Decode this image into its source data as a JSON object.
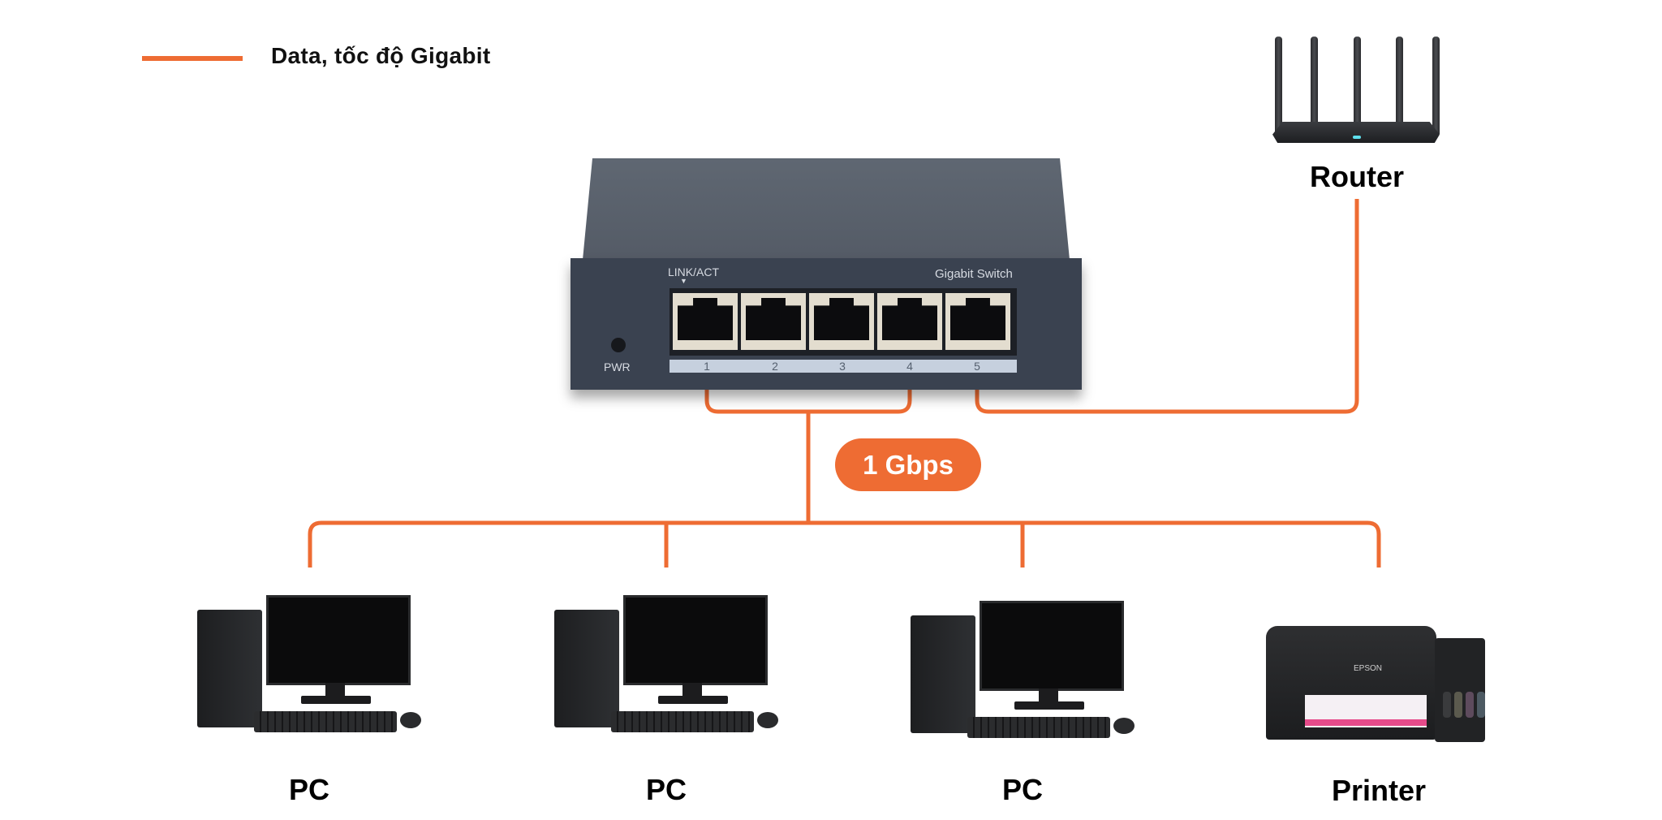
{
  "legend": {
    "line_color": "#ee6c33",
    "text": "Data, tốc độ Gigabit"
  },
  "switch": {
    "name": "Gigabit Switch",
    "link_label": "LINK/ACT",
    "power_label": "PWR",
    "ports": [
      "1",
      "2",
      "3",
      "4",
      "5"
    ]
  },
  "speed_badge": {
    "text": "1 Gbps",
    "color": "#ee6c33"
  },
  "router": {
    "label": "Router"
  },
  "devices": [
    {
      "type": "pc",
      "label": "PC",
      "connected_port": "1-4"
    },
    {
      "type": "pc",
      "label": "PC",
      "connected_port": "1-4"
    },
    {
      "type": "pc",
      "label": "PC",
      "connected_port": "1-4"
    },
    {
      "type": "printer",
      "label": "Printer",
      "brand": "EPSON",
      "connected_port": "1-4"
    }
  ],
  "connections": [
    {
      "from": "switch-ports-1-4",
      "to": "lan-devices",
      "speed": "1 Gbps"
    },
    {
      "from": "switch-port-5",
      "to": "router"
    }
  ]
}
